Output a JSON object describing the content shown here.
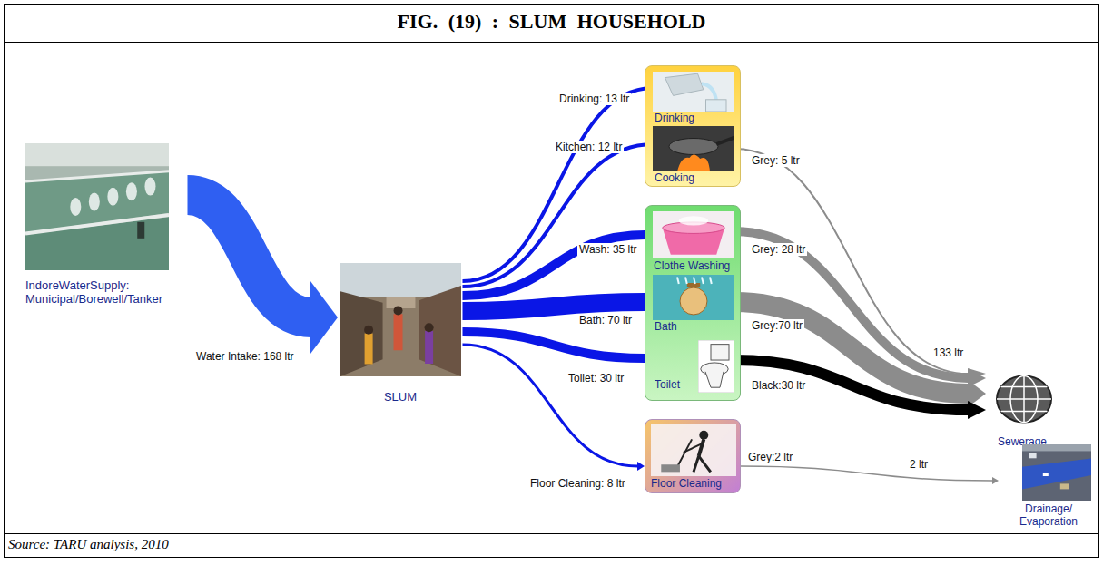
{
  "diagram": {
    "title": "FIG. (19) : SLUM HOUSEHOLD",
    "caption": "Source: TARU analysis, 2010",
    "nodes": [
      {
        "text": [
          "IndoreWaterSupply: Municipal/Borewell/Tanker"
        ]
      },
      {
        "text": [
          "SLUM"
        ]
      },
      {},
      {
        "text": [
          "Drinking"
        ],
        "in": 2
      },
      {
        "text": [
          "Cooking"
        ],
        "in": 2
      },
      {},
      {
        "text": [
          "Clothe Washing"
        ],
        "in": 5
      },
      {
        "text": [
          "Bath"
        ],
        "in": 5
      },
      {
        "text": [
          "Toilet"
        ],
        "in": 5
      },
      {
        "text": [
          "Floor Cleaning"
        ]
      },
      {
        "text": [
          "Sewerage"
        ]
      },
      {
        "text": [
          "Drainage/ Evaporation"
        ]
      }
    ],
    "edges": [
      {
        "from": 0,
        "to": 1,
        "label": "Water Intake: 168 ltr",
        "arrow": "to"
      },
      {
        "from": 1,
        "to": 3,
        "label": "Drinking: 13 ltr",
        "arrow": "none"
      },
      {
        "from": 1,
        "to": 4,
        "label": "Kitchen: 12 ltr",
        "arrow": "none"
      },
      {
        "from": 1,
        "to": 6,
        "label": "Wash: 35 ltr",
        "arrow": "to"
      },
      {
        "from": 1,
        "to": 7,
        "label": "Bath: 70 ltr",
        "arrow": "to"
      },
      {
        "from": 1,
        "to": 8,
        "label": "Toilet: 30 ltr",
        "arrow": "to"
      },
      {
        "from": 1,
        "to": 9,
        "label": "Floor Cleaning: 8 ltr",
        "arrow": "to"
      },
      {
        "from": 4,
        "to": 10,
        "label": "Grey: 5 ltr",
        "arrow": "to"
      },
      {
        "from": 6,
        "to": 10,
        "label": "Grey: 28 ltr",
        "arrow": "to"
      },
      {
        "from": 7,
        "to": 10,
        "label": "Grey:70 ltr",
        "arrow": "to"
      },
      {
        "from": 8,
        "to": 10,
        "label": "Black:30 ltr",
        "arrow": "to"
      },
      {
        "from": 9,
        "to": 11,
        "label": "Grey:2 ltr",
        "arrow": "to"
      }
    ],
    "labels": [
      "133 ltr",
      "2 ltr"
    ]
  }
}
